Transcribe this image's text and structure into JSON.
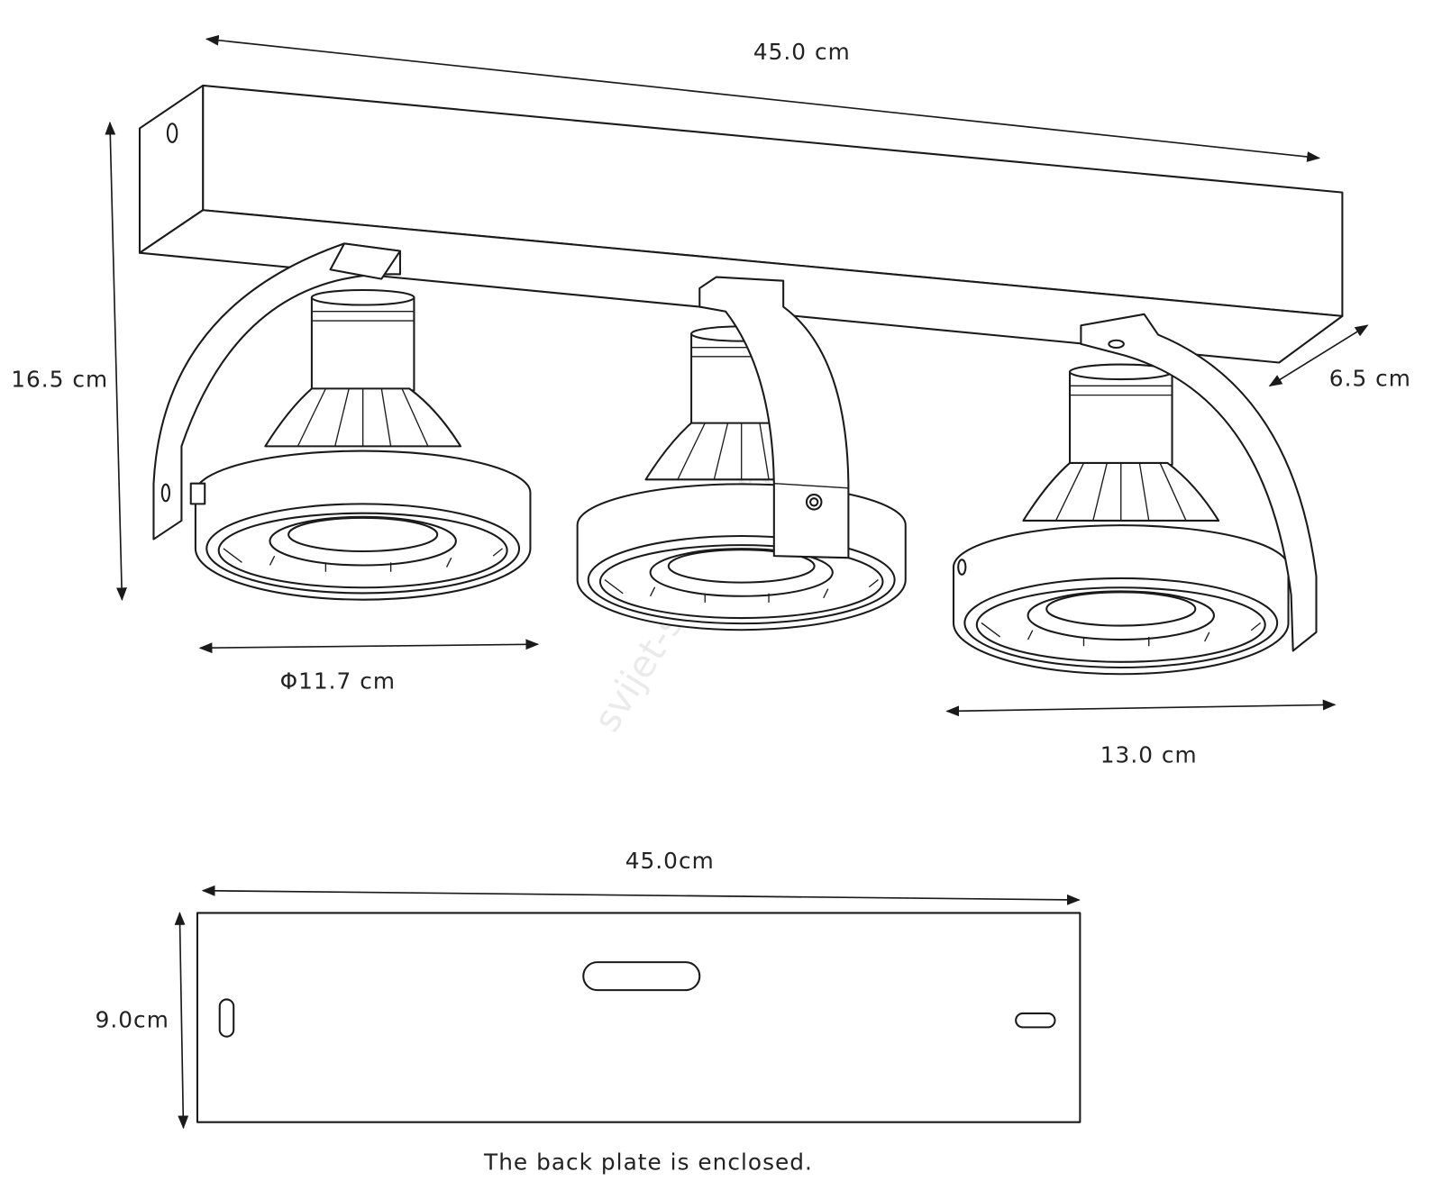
{
  "dimensions": {
    "length": "45.0 cm",
    "height": "16.5 cm",
    "depth": "6.5 cm",
    "spot_diameter": "Φ11.7 cm",
    "spot_projection": "13.0 cm"
  },
  "back_plate": {
    "length": "45.0cm",
    "height": "9.0cm",
    "caption": "The back plate is enclosed."
  },
  "watermark": "svijet-svjetiljki.hr"
}
